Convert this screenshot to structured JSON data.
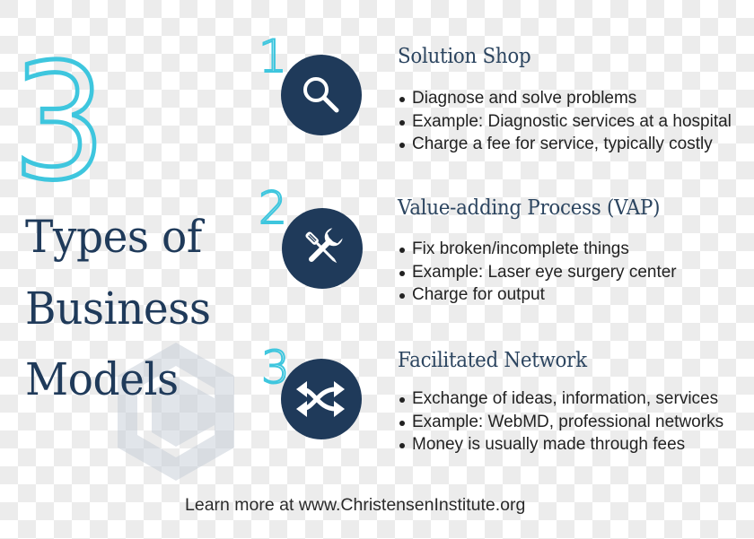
{
  "title": {
    "number": "3",
    "lines": [
      "Types of",
      "Business",
      "Models"
    ]
  },
  "models": [
    {
      "number": "1",
      "icon": "magnifying-glass-icon",
      "title": "Solution Shop",
      "bullets": [
        "Diagnose and solve problems",
        "Example: Diagnostic services at a hospital",
        "Charge a fee for service, typically costly"
      ]
    },
    {
      "number": "2",
      "icon": "wrench-screwdriver-icon",
      "title": "Value-adding Process (VAP)",
      "bullets": [
        "Fix broken/incomplete things",
        "Example: Laser eye surgery center",
        "Charge for output"
      ]
    },
    {
      "number": "3",
      "icon": "crossing-arrows-icon",
      "title": "Facilitated Network",
      "bullets": [
        "Exchange of ideas, information, services",
        "Example: WebMD, professional networks",
        "Money is usually made through fees"
      ]
    }
  ],
  "footer": {
    "text": "Learn more at www.ChristensenInstitute.org"
  },
  "colors": {
    "accent_cyan": "#3ec6de",
    "navy": "#1f3a5a",
    "body_text": "#222222",
    "watermark": "#dfe3e8"
  }
}
